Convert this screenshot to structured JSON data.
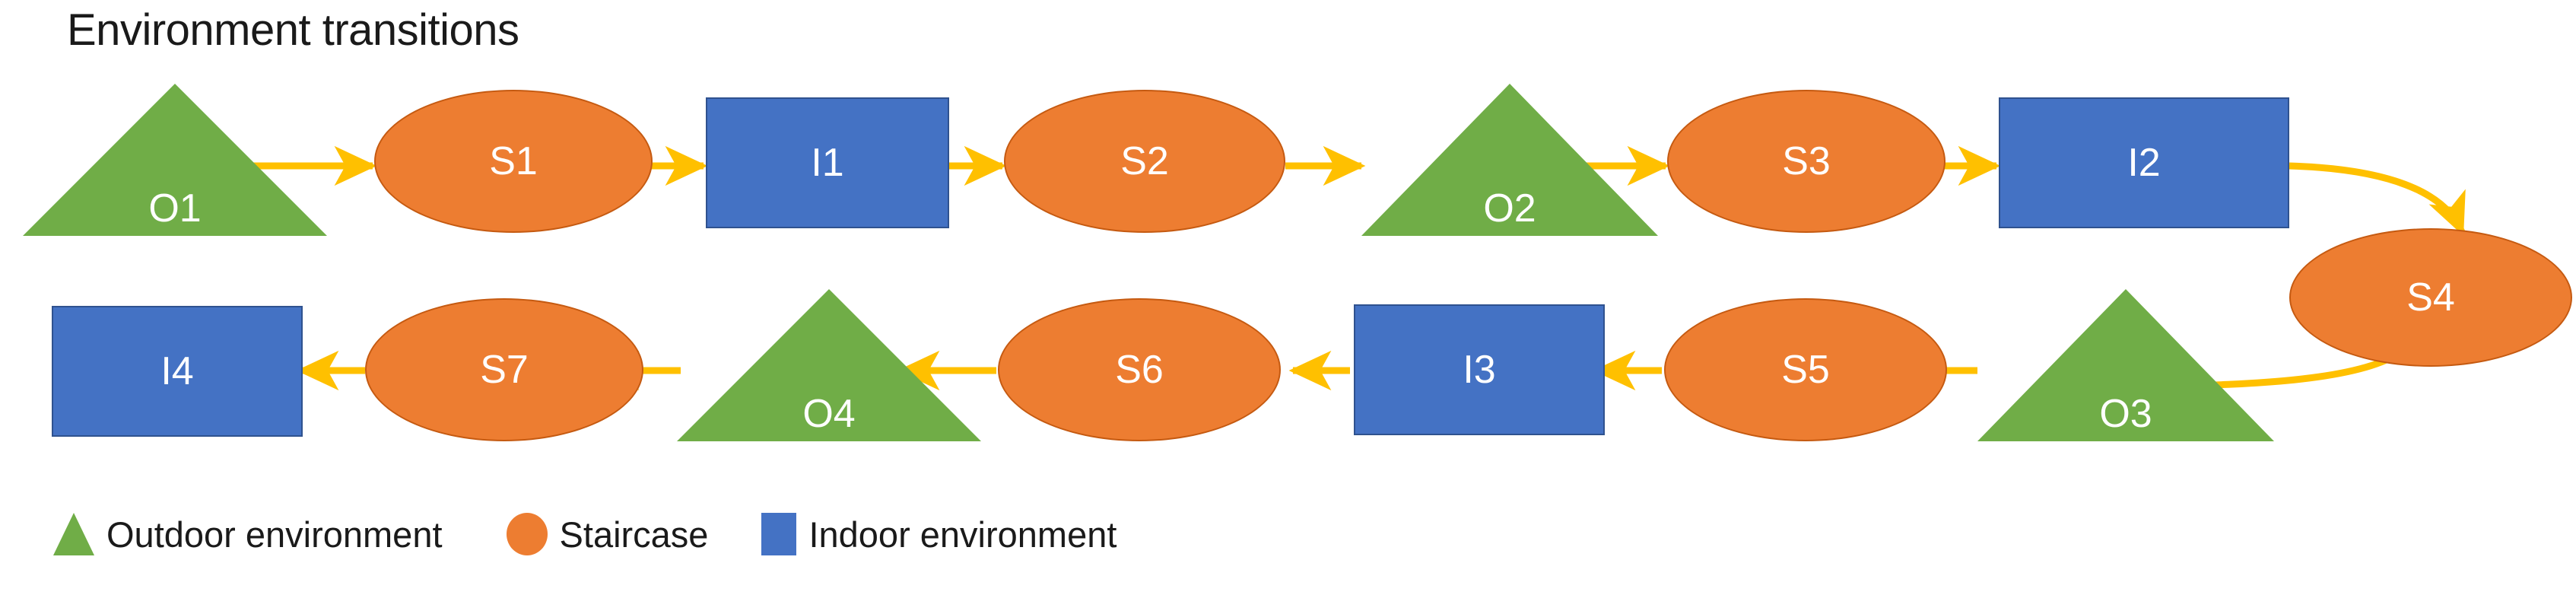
{
  "title": "Environment transitions",
  "colors": {
    "outdoor": "#70AD47",
    "staircase": "#ED7D31",
    "indoor": "#4472C4",
    "arrow": "#FFC000",
    "text_on_shape": "#FFFFFF",
    "background": "#FFFFFF",
    "title_text": "#1A1A1A"
  },
  "nodes": {
    "row1": [
      {
        "id": "O1",
        "label": "O1",
        "type": "triangle",
        "category": "Outdoor environment"
      },
      {
        "id": "S1",
        "label": "S1",
        "type": "ellipse",
        "category": "Staircase"
      },
      {
        "id": "I1",
        "label": "I1",
        "type": "rect",
        "category": "Indoor environment"
      },
      {
        "id": "S2",
        "label": "S2",
        "type": "ellipse",
        "category": "Staircase"
      },
      {
        "id": "O2",
        "label": "O2",
        "type": "triangle",
        "category": "Outdoor environment"
      },
      {
        "id": "S3",
        "label": "S3",
        "type": "ellipse",
        "category": "Staircase"
      },
      {
        "id": "I2",
        "label": "I2",
        "type": "rect",
        "category": "Indoor environment"
      },
      {
        "id": "S4",
        "label": "S4",
        "type": "ellipse",
        "category": "Staircase"
      }
    ],
    "row2": [
      {
        "id": "I4",
        "label": "I4",
        "type": "rect",
        "category": "Indoor environment"
      },
      {
        "id": "S7",
        "label": "S7",
        "type": "ellipse",
        "category": "Staircase"
      },
      {
        "id": "O4",
        "label": "O4",
        "type": "triangle",
        "category": "Outdoor environment"
      },
      {
        "id": "S6",
        "label": "S6",
        "type": "ellipse",
        "category": "Staircase"
      },
      {
        "id": "I3",
        "label": "I3",
        "type": "rect",
        "category": "Indoor environment"
      },
      {
        "id": "S5",
        "label": "S5",
        "type": "ellipse",
        "category": "Staircase"
      },
      {
        "id": "O3",
        "label": "O3",
        "type": "triangle",
        "category": "Outdoor environment"
      }
    ]
  },
  "edges": [
    {
      "from": "O1",
      "to": "S1",
      "style": "straight",
      "direction": "right"
    },
    {
      "from": "S1",
      "to": "I1",
      "style": "straight",
      "direction": "right"
    },
    {
      "from": "I1",
      "to": "S2",
      "style": "straight",
      "direction": "right"
    },
    {
      "from": "S2",
      "to": "O2",
      "style": "straight",
      "direction": "right"
    },
    {
      "from": "O2",
      "to": "S3",
      "style": "straight",
      "direction": "right"
    },
    {
      "from": "S3",
      "to": "I2",
      "style": "straight",
      "direction": "right"
    },
    {
      "from": "I2",
      "to": "S4",
      "style": "curved",
      "direction": "down-right"
    },
    {
      "from": "S4",
      "to": "O3",
      "style": "curved",
      "direction": "down-left"
    },
    {
      "from": "O3",
      "to": "S5",
      "style": "straight",
      "direction": "left"
    },
    {
      "from": "S5",
      "to": "I3",
      "style": "straight",
      "direction": "left"
    },
    {
      "from": "I3",
      "to": "S6",
      "style": "straight",
      "direction": "left"
    },
    {
      "from": "S6",
      "to": "O4",
      "style": "straight",
      "direction": "left"
    },
    {
      "from": "O4",
      "to": "S7",
      "style": "straight",
      "direction": "left"
    },
    {
      "from": "S7",
      "to": "I4",
      "style": "straight",
      "direction": "left"
    }
  ],
  "legend": [
    {
      "key": "outdoor",
      "swatch": "triangle",
      "label": "Outdoor environment"
    },
    {
      "key": "staircase",
      "swatch": "ellipse",
      "label": "Staircase"
    },
    {
      "key": "indoor",
      "swatch": "rect",
      "label": "Indoor environment"
    }
  ]
}
